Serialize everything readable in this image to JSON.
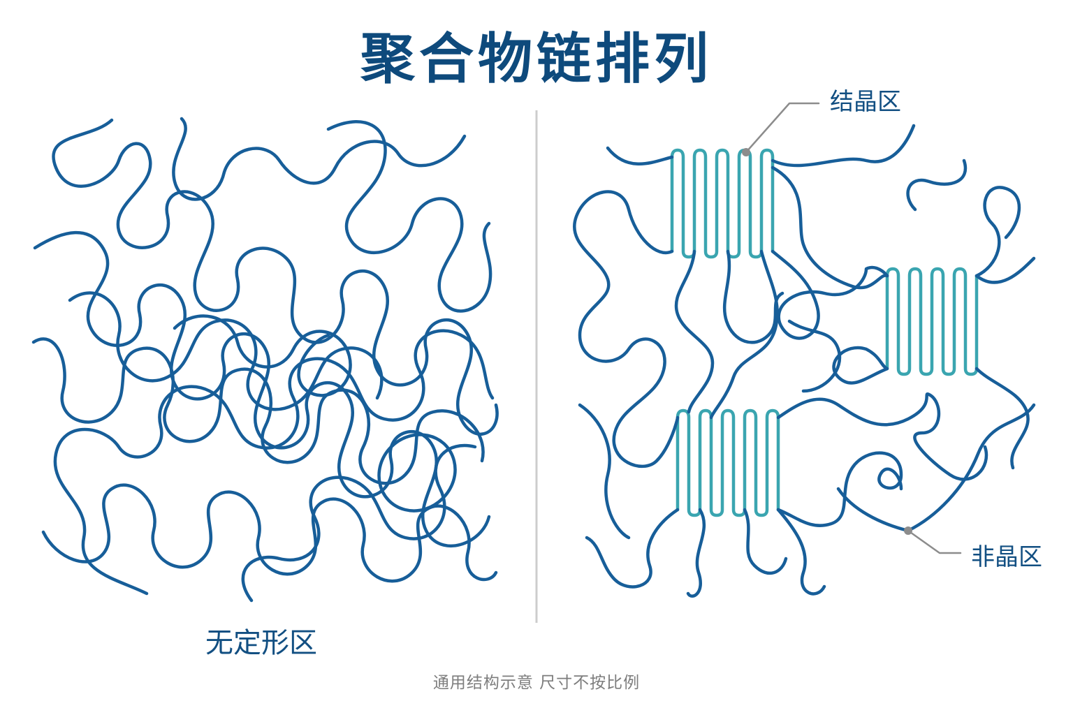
{
  "title": "聚合物链排列",
  "labels": {
    "crystalline": "结晶区",
    "amorphous_region_right": "非晶区",
    "amorphous_left": "无定形区"
  },
  "footnote": "通用结构示意  尺寸不按比例",
  "colors": {
    "title": "#0e4a7c",
    "chain": "#175e99",
    "crystal_chain": "#3aa5b0",
    "divider": "#cccccc",
    "leader": "#8c8c8c",
    "footnote": "#7d7d7d"
  }
}
